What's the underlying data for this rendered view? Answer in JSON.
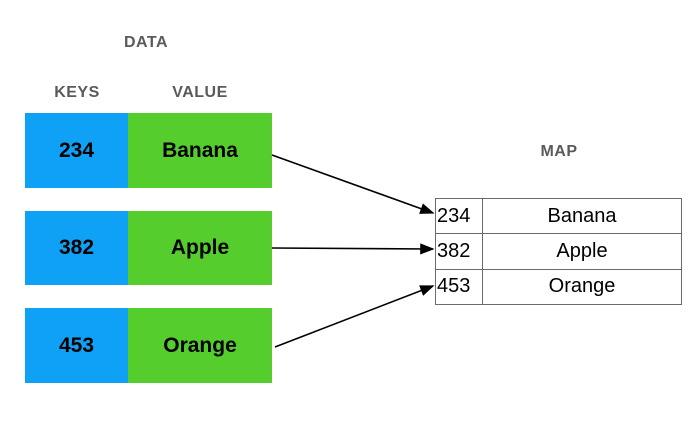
{
  "labels": {
    "data": "DATA",
    "keys": "KEYS",
    "value": "VALUE",
    "map": "MAP"
  },
  "pairs": [
    {
      "key": "234",
      "value": "Banana"
    },
    {
      "key": "382",
      "value": "Apple"
    },
    {
      "key": "453",
      "value": "Orange"
    }
  ],
  "map_rows": [
    {
      "key": "234",
      "value": "Banana"
    },
    {
      "key": "382",
      "value": "Apple"
    },
    {
      "key": "453",
      "value": "Orange"
    }
  ],
  "colors": {
    "key_box": "#0fa1f5",
    "value_box": "#55cd2d",
    "label_text": "#5a5a5a",
    "table_border": "#6b6b6b",
    "arrow": "#000000",
    "box_text": "#000000"
  }
}
